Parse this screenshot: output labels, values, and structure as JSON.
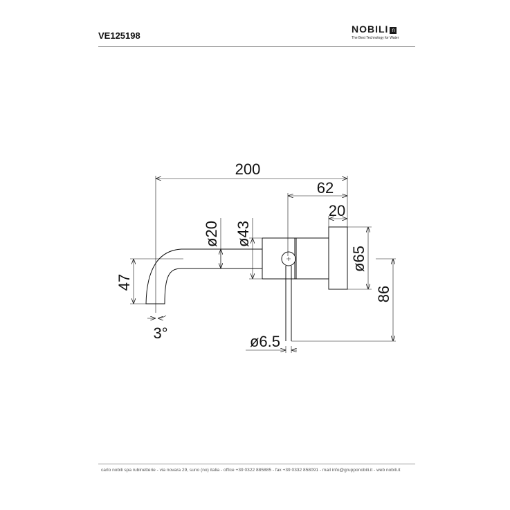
{
  "header": {
    "code": "VE125198",
    "brand": "NOBILI",
    "brand_mark": "n",
    "tagline": "The Best Technology for Water"
  },
  "drawing": {
    "dims": {
      "overall": "200",
      "body_depth": "62",
      "rosette_depth": "20",
      "spout_dia": "ø20",
      "body_dia": "ø43",
      "rosette_dia": "ø65",
      "lever_drop": "86",
      "spout_drop": "47",
      "lever_dia": "ø6.5",
      "spout_angle": "3°"
    }
  },
  "footer": {
    "text": "carlo nobili spa rubinetterie - via novara 29, suno (no) italia - office +39 0322 885885 - fax +39 0332 858091 - mail info@grupponobili.it - web nobili.it"
  }
}
